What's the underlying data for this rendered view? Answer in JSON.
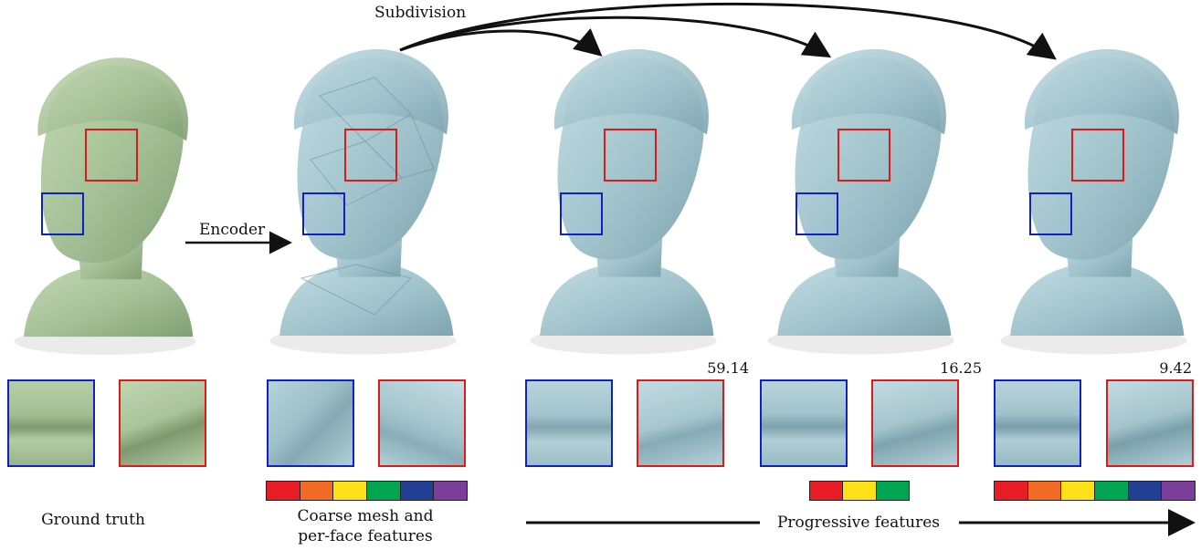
{
  "labels": {
    "subdivision": "Subdivision",
    "encoder": "Encoder",
    "ground_truth": "Ground truth",
    "coarse_line1": "Coarse mesh and",
    "coarse_line2": "per-face features",
    "progressive": "Progressive features"
  },
  "errors": [
    "59.14",
    "16.25",
    "9.42"
  ],
  "colors": {
    "ground_truth_mesh": "#a9c49a",
    "reconstructed_mesh": "#a6c6cf",
    "zoom_blue": "#1020c8",
    "zoom_red": "#e01818"
  },
  "feature_colors": {
    "six": [
      "#e81c24",
      "#f26a24",
      "#fde016",
      "#00a651",
      "#233f94",
      "#7b3f9b"
    ],
    "three": [
      "#e81c24",
      "#fde016",
      "#00a651"
    ]
  },
  "panels": [
    "ground-truth",
    "coarse-mesh",
    "level-1",
    "level-2",
    "level-3"
  ]
}
